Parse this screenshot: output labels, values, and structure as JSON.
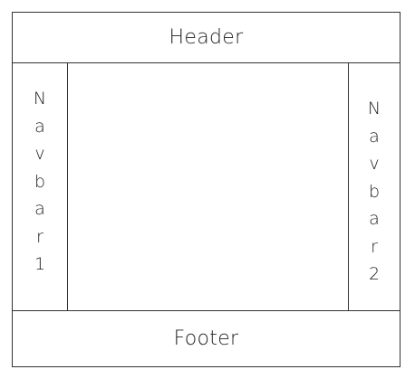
{
  "header": {
    "label": "Header"
  },
  "footer": {
    "label": "Footer"
  },
  "navbar1": {
    "letters": [
      "N",
      "a",
      "v",
      "b",
      "a",
      "r",
      "1"
    ]
  },
  "navbar2": {
    "letters": [
      "N",
      "a",
      "v",
      "b",
      "a",
      "r",
      "2"
    ]
  }
}
